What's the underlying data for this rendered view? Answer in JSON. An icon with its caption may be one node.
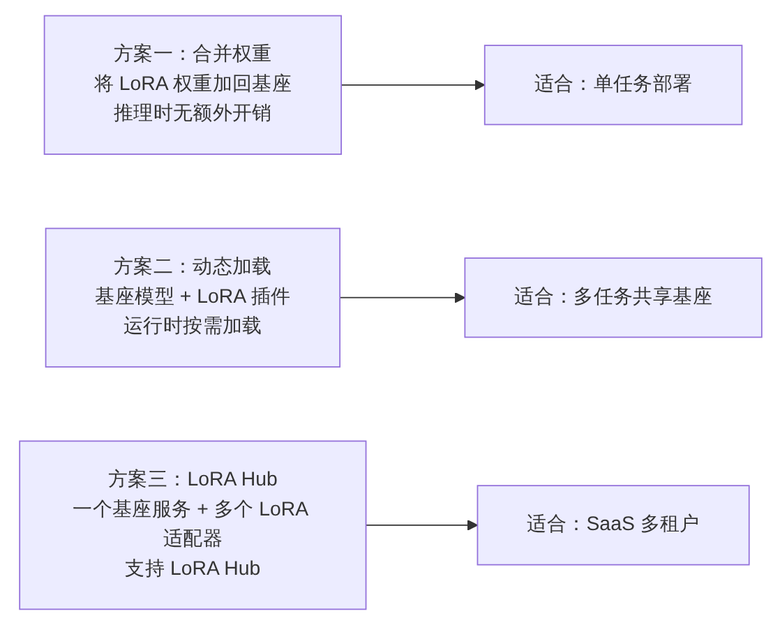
{
  "diagram": {
    "nodes": [
      {
        "text": [
          "方案一：合并权重",
          "将 LoRA 权重加回基座",
          "推理时无额外开销"
        ]
      },
      {
        "text": [
          "适合：单任务部署"
        ]
      },
      {
        "text": [
          "方案二：动态加载",
          "基座模型 + LoRA 插件",
          "运行时按需加载"
        ]
      },
      {
        "text": [
          "适合：多任务共享基座"
        ]
      },
      {
        "text": [
          "方案三：LoRA Hub",
          "一个基座服务 + 多个 LoRA 适配器",
          "支持 LoRA Hub"
        ]
      },
      {
        "text": [
          "适合：SaaS 多租户"
        ]
      }
    ],
    "edges": [
      {
        "from": 0,
        "to": 1,
        "arrow": "to"
      },
      {
        "from": 2,
        "to": 3,
        "arrow": "to"
      },
      {
        "from": 4,
        "to": 5,
        "arrow": "to"
      }
    ]
  }
}
